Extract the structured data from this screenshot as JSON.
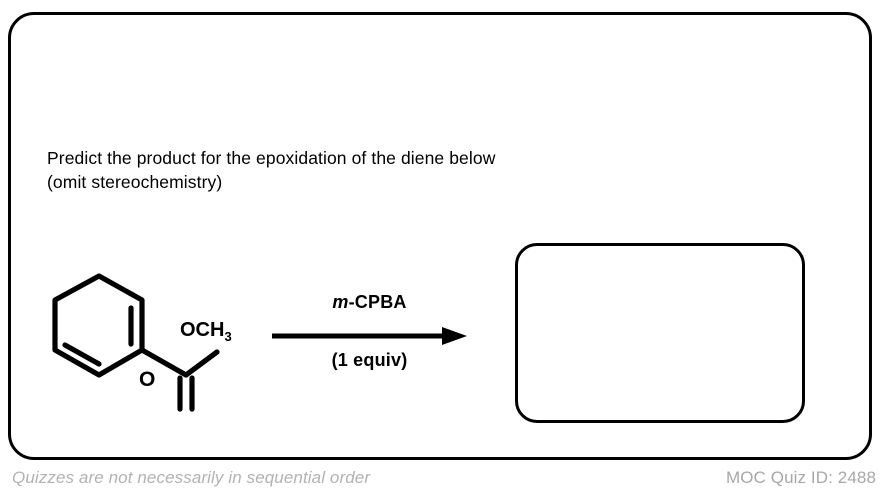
{
  "card": {
    "border_color": "#000000"
  },
  "question": {
    "text": "Predict the product for the epoxidation of the diene below\n(omit stereochemistry)"
  },
  "reaction": {
    "reactant": {
      "name": "methyl cyclohexa-1,3-diene-1-carboxylate",
      "labels": {
        "ester_group": "OCH",
        "ester_subscript": "3",
        "carbonyl_oxygen": "O"
      }
    },
    "arrow": {
      "reagent_italic_prefix": "m",
      "reagent_label": "-CPBA",
      "conditions_label": "(1 equiv)",
      "direction": "right"
    },
    "answer_box": {
      "content": "",
      "border_color": "#000000"
    }
  },
  "footer": {
    "note": "Quizzes are not necessarily in sequential order",
    "note_color": "#b2b2b2",
    "quiz_id": "MOC Quiz ID: 2488",
    "quiz_id_color": "#a8a8a8"
  }
}
